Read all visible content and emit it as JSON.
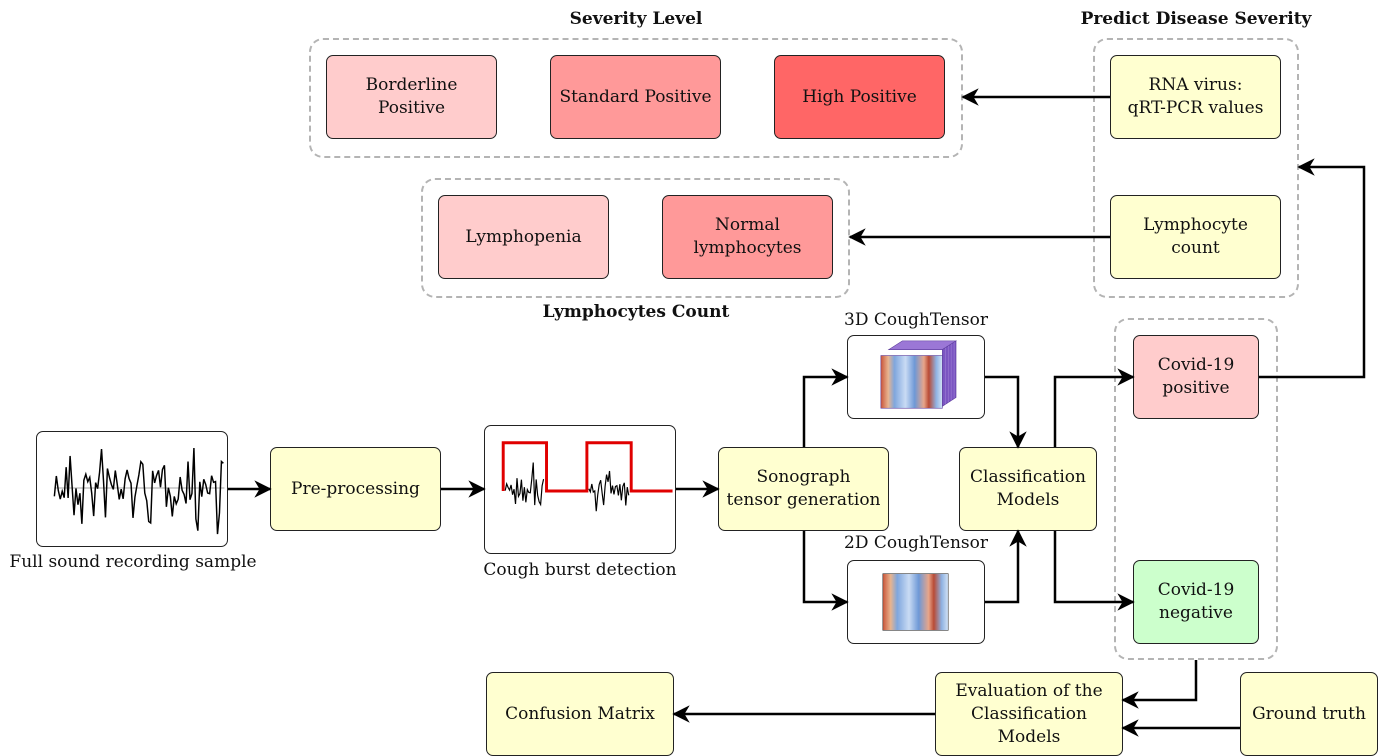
{
  "headings": {
    "severity_level": "Severity Level",
    "predict_disease_severity": "Predict Disease Severity",
    "lymphocytes_count": "Lymphocytes Count"
  },
  "severity": {
    "borderline": "Borderline\nPositive",
    "standard": "Standard Positive",
    "high": "High Positive"
  },
  "lymph": {
    "lymphopenia": "Lymphopenia",
    "normal": "Normal\nlymphocytes"
  },
  "predict": {
    "rna": "RNA virus:\nqRT-PCR values",
    "lymphocyte_count": "Lymphocyte\ncount"
  },
  "pipeline": {
    "full_sound_caption": "Full sound recording sample",
    "preprocessing": "Pre-processing",
    "cough_burst_caption": "Cough burst detection",
    "sonograph": "Sonograph\ntensor generation",
    "tensor3d_caption": "3D CoughTensor",
    "tensor2d_caption": "2D CoughTensor",
    "classification": "Classification\nModels",
    "covid_positive": "Covid-19\npositive",
    "covid_negative": "Covid-19\nnegative"
  },
  "evaluation": {
    "confusion_matrix": "Confusion Matrix",
    "evaluation": "Evaluation of the\nClassification\nModels",
    "ground_truth": "Ground truth"
  },
  "colors": {
    "box_yellow": "#ffffd0",
    "pink_light": "#ffcccc",
    "pink_mid": "#ff9999",
    "pink_dark": "#ff6666",
    "green": "#ccffcc",
    "burst_red": "#e00000",
    "group_border": "#b4b4b4"
  }
}
